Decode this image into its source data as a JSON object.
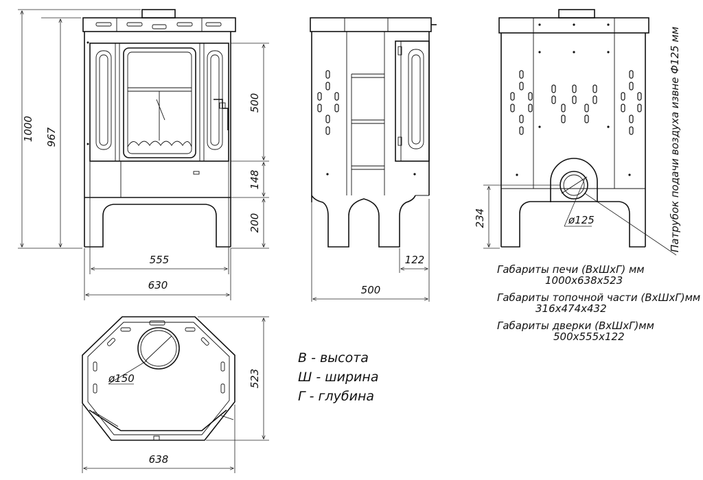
{
  "dimensions": {
    "front_total_height": "1000",
    "front_body_height": "967",
    "door_height": "500",
    "mid_panel_height": "148",
    "leg_height": "200",
    "door_width": "555",
    "total_width": "630",
    "side_depth": "500",
    "door_depth": "122",
    "inlet_height": "234",
    "inlet_diameter": "ø125",
    "flue_diameter": "ø150",
    "top_width": "638",
    "top_depth": "523"
  },
  "annotations": {
    "air_inlet_label": "Патрубок подачи воздуха извне Ф125 мм"
  },
  "specs": {
    "stove_label": "Габариты печи (ВхШхГ) мм",
    "stove_value": "1000х638х523",
    "firebox_label": "Габариты топочной части (ВхШхГ)мм",
    "firebox_value": "316х474х432",
    "door_label": "Габариты дверки (ВхШхГ)мм",
    "door_value": "500х555х122"
  },
  "legend": {
    "height": "В - высота",
    "width": "Ш - ширина",
    "depth": "Г - глубина"
  }
}
